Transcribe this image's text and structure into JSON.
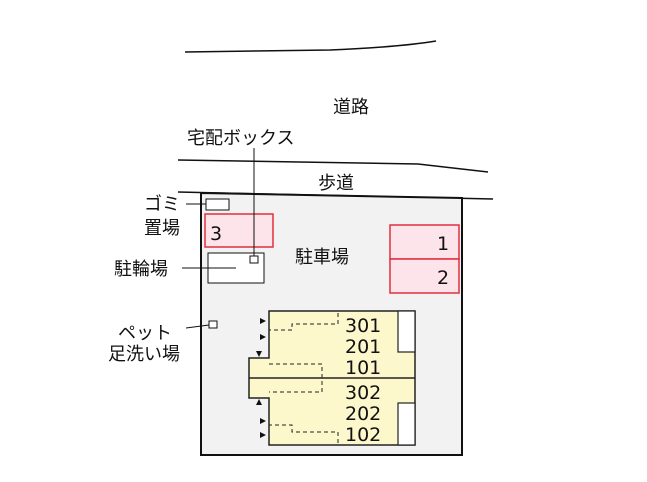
{
  "labels": {
    "road": "道路",
    "delivery_box": "宅配ボックス",
    "sidewalk": "歩道",
    "garbage_1": "ゴミ",
    "garbage_2": "置場",
    "bicycle_parking": "駐輪場",
    "parking": "駐車場",
    "pet_1": "ペット",
    "pet_2": "足洗い場"
  },
  "parking_spaces": [
    "1",
    "2",
    "3"
  ],
  "units": [
    "301",
    "201",
    "101",
    "302",
    "202",
    "102"
  ],
  "colors": {
    "parking_stroke": "#e0303c",
    "parking_fill": "#fde3ea",
    "building_fill": "#fdf8cc",
    "lot_fill": "#f2f2f2"
  }
}
